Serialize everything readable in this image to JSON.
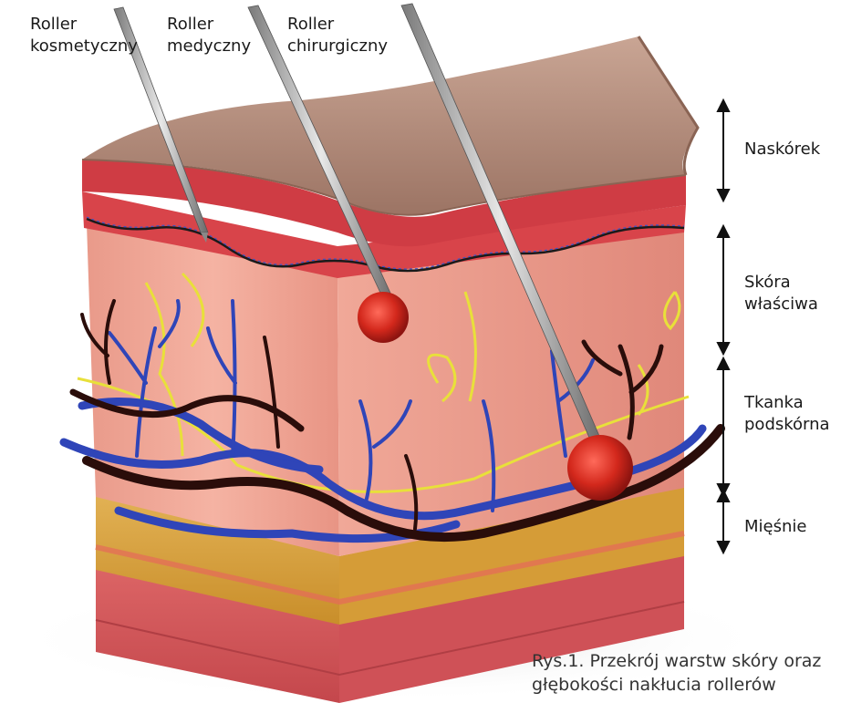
{
  "needles": [
    {
      "line1": "Roller",
      "line2": "kosmetyczny"
    },
    {
      "line1": "Roller",
      "line2": "medyczny"
    },
    {
      "line1": "Roller",
      "line2": "chirurgiczny"
    }
  ],
  "layers": [
    {
      "line1": "Naskórek",
      "line2": ""
    },
    {
      "line1": "Skóra",
      "line2": "właściwa"
    },
    {
      "line1": "Tkanka",
      "line2": "podskórna"
    },
    {
      "line1": "Mięśnie",
      "line2": ""
    }
  ],
  "caption": {
    "line1": "Rys.1. Przekrój warstw skóry oraz",
    "line2": "głębokości nakłucia rollerów"
  },
  "colors": {
    "epidermis": "#b48e7c",
    "dermis": "#f2a89a",
    "dermis_red": "#d94a4a",
    "fat": "#d9a33a",
    "muscle": "#d8585e",
    "vessel_blue": "#2f45b8",
    "vessel_dark": "#2a0d0a",
    "nerve": "#e8e03a",
    "needle": "#b0b0b0",
    "wound": "#d62a1e"
  }
}
